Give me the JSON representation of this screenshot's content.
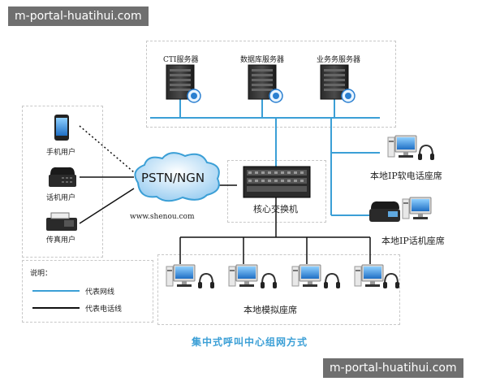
{
  "watermark_top": "m-portal-huatihui.com",
  "watermark_bottom": "m-portal-huatihui.com",
  "servers": [
    {
      "label": "CTI服务器"
    },
    {
      "label": "数据库服务器"
    },
    {
      "label": "业务务服务器"
    }
  ],
  "users": [
    {
      "label": "手机用户"
    },
    {
      "label": "话机用户"
    },
    {
      "label": "传真用户"
    }
  ],
  "cloud_label": "PSTN/NGN",
  "website": "www.shenou.com",
  "core_switch": "核心交换机",
  "ip_soft_seat": "本地IP软电话座席",
  "ip_phone_seat": "本地IP话机座席",
  "analog_seats": "本地模拟座席",
  "legend": {
    "title": "说明：",
    "network": "代表网线",
    "phone": "代表电话线",
    "network_color": "#3b9fd6",
    "phone_color": "#111111"
  },
  "caption": "集中式呼叫中心组网方式"
}
